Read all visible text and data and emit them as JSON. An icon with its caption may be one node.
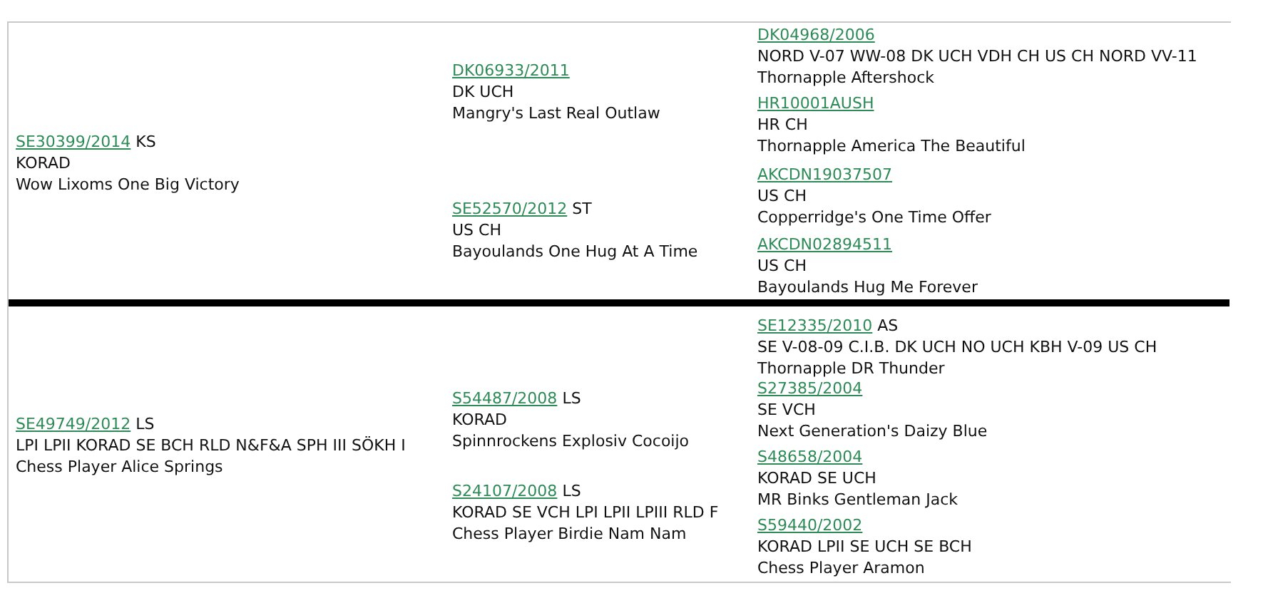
{
  "diagram": {
    "labels": [
      "SE30399/2014",
      "KS",
      "KORAD",
      "Wow Lixoms One Big Victory",
      "DK06933/2011",
      "DK UCH",
      "Mangry's Last Real Outlaw",
      "DK04968/2006",
      "NORD V-07 WW-08 DK UCH VDH CH US CH NORD VV-11",
      "Thornapple Aftershock",
      "HR10001AUSH",
      "HR CH",
      "Thornapple America The Beautiful",
      "SE52570/2012",
      "ST",
      "US CH",
      "Bayoulands One Hug At A Time",
      "AKCDN19037507",
      "US CH",
      "Copperridge's One Time Offer",
      "AKCDN02894511",
      "US CH",
      "Bayoulands Hug Me Forever",
      "SE49749/2012",
      "LS",
      "LPI LPII KORAD SE BCH RLD N&F&A SPH III SÖKH I",
      "Chess Player Alice Springs",
      "S54487/2008",
      "LS",
      "KORAD",
      "Spinnrockens Explosiv Cocoijo",
      "SE12335/2010",
      "AS",
      "SE V-08-09 C.I.B. DK UCH NO UCH KBH V-09 US CH",
      "Thornapple DR Thunder",
      "S27385/2004",
      "SE VCH",
      "Next Generation's Daizy Blue",
      "S24107/2008",
      "LS",
      "KORAD SE VCH LPI LPII LPIII RLD F",
      "Chess Player Birdie Nam Nam",
      "S48658/2004",
      "KORAD SE UCH",
      "MR Binks Gentleman Jack",
      "S59440/2002",
      "KORAD LPII SE UCH SE BCH",
      "Chess Player Aramon"
    ]
  }
}
